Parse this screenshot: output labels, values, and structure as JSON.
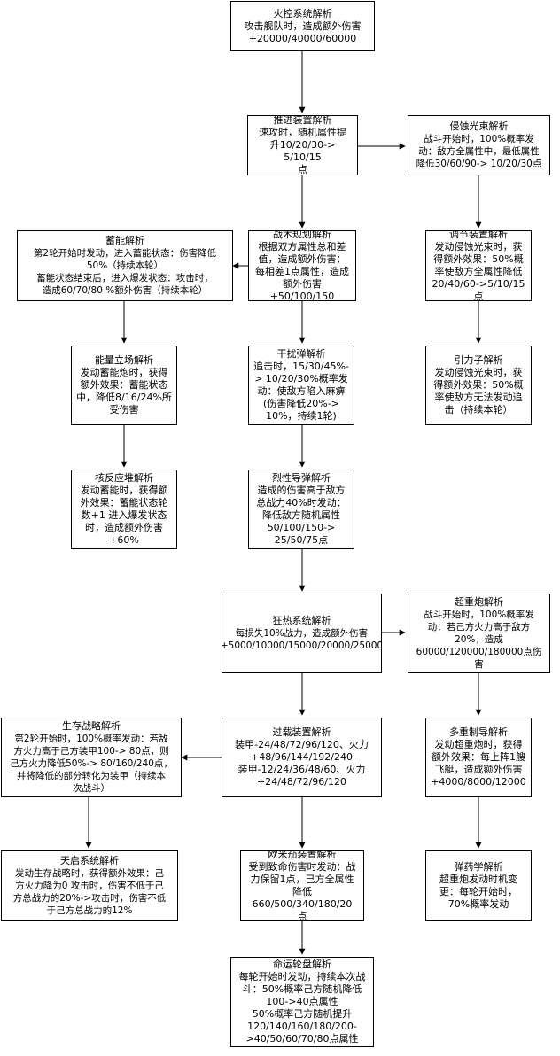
{
  "nodes": {
    "huokong": {
      "title": "火控系统解析",
      "desc": "攻击舰队时，造成额外伤害\n+20000/40000/60000"
    },
    "tuijin": {
      "title": "推进装置解析",
      "desc": "速攻时，随机属性提\n升10/20/30-> 5/10/15\n点"
    },
    "qinshi": {
      "title": "侵蚀光束解析",
      "desc": "战斗开始时，100%概率发\n动：敌方全属性中，最低属性\n降低30/60/90-> 10/20/30点"
    },
    "xuneng": {
      "title": "蓄能解析",
      "desc": "第2轮开始时发动，进入蓄能状态：伤害降低\n50%（持续本轮）\n蓄能状态结束后，进入爆发状态：攻击时，\n造成60/70/80 %额外伤害（持续本轮）"
    },
    "zhanshu": {
      "title": "战术规划解析",
      "desc": "根据双方属性总和差\n值，造成额外伤害：\n每相差1点属性，造成\n额外伤害+50/100/150"
    },
    "tiaojie": {
      "title": "调节装置解析",
      "desc": "发动侵蚀光束时，获\n得额外效果：50%概\n率使敌方全属性降低\n20/40/60->5/10/15点"
    },
    "nengliang": {
      "title": "能量立场解析",
      "desc": "发动蓄能炮时，获得\n额外效果：蓄能状态\n中，降低8/16/24%所\n受伤害"
    },
    "ganrao": {
      "title": "干扰弹解析",
      "desc": "追击时，15/30/45%-\n> 10/20/30%概率发\n动：使敌方陷入麻痹\n(伤害降低20%->\n10%，持续1轮)"
    },
    "yinlizi": {
      "title": "引力子解析",
      "desc": "发动侵蚀光束时，获\n得额外效果：50%概\n率使敌方无法发动追\n击（持续本轮）"
    },
    "hefanying": {
      "title": "核反应堆解析",
      "desc": "发动蓄能时，获得额\n外效果：蓄能状态轮\n数+1 进入爆发状态\n时，造成额外伤害\n+60%"
    },
    "liexing": {
      "title": "烈性导弹解析",
      "desc": "造成的伤害高于敌方\n总战力40%时发动：\n降低敌方随机属性\n50/100/150->\n25/50/75点"
    },
    "kuangre": {
      "title": "狂热系统解析",
      "desc": "每损失10%战力，造成额外伤害\n+5000/10000/15000/20000/25000"
    },
    "chaozhongpao": {
      "title": "超重炮解析",
      "desc": "战斗开始时，100%概率发\n动：若己方火力高于敌方\n20%，造成\n60000/120000/180000点伤\n害"
    },
    "shengcun": {
      "title": "生存战略解析",
      "desc": "第2轮开始时，100%概率发动：若敌\n方火力高于己方装甲100-> 80点，则\n己方火力降低50%-> 80/160/240点，\n并将降低的部分转化为装甲（持续本\n次战斗）"
    },
    "guozai": {
      "title": "过载装置解析",
      "desc": "装甲-24/48/72/96/120、火力\n+48/96/144/192/240\n装甲-12/24/36/48/60、火力\n+24/48/72/96/120"
    },
    "duochong": {
      "title": "多重制导解析",
      "desc": "发动超重炮时，获得\n额外效果：每上阵1艘\n飞艇，造成额外伤害\n+4000/8000/12000"
    },
    "tianqi": {
      "title": "天启系统解析",
      "desc": "发动生存战略时，获得额外效果：己\n方火力降为0  攻击时，伤害不低于己\n方总战力的20%->攻击时，伤害不低\n于己方总战力的12%"
    },
    "oumijia": {
      "title": "欧米茄装置解析",
      "desc": "受到致命伤害时发动：战\n力保留1点，己方全属性\n降低660/500/340/180/20\n点"
    },
    "danyao": {
      "title": "弹药学解析",
      "desc": "超重炮发动时机变\n更：每轮开始时，\n70%概率发动"
    },
    "mingyun": {
      "title": "命运轮盘解析",
      "desc": "每轮开始时发动，持续本次战\n斗：50%概率己方随机降低\n100->40点属性\n50%概率己方随机提升\n120/140/160/180/200-\n>40/50/60/70/80点属性"
    }
  }
}
